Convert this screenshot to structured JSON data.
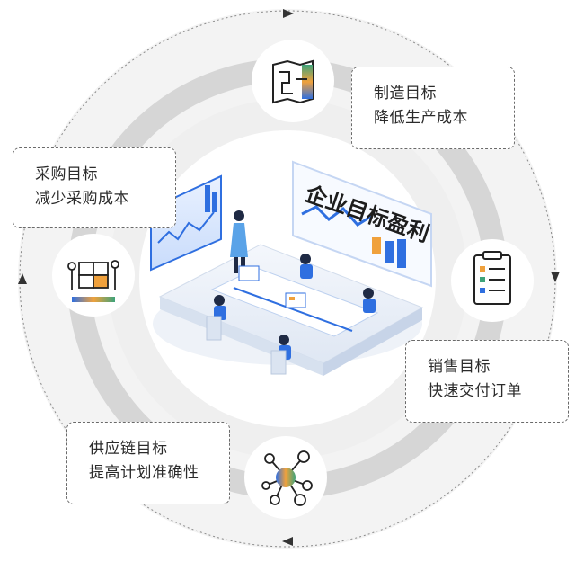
{
  "center": {
    "board_title": "企业目标盈利"
  },
  "goals": {
    "manufacturing": {
      "title": "制造目标",
      "desc": "降低生产成本",
      "icon": "flowchart-map-icon"
    },
    "procurement": {
      "title": "采购目标",
      "desc": "减少采购成本",
      "icon": "puzzle-team-icon"
    },
    "sales": {
      "title": "销售目标",
      "desc": "快速交付订单",
      "icon": "clipboard-checklist-icon"
    },
    "supply_chain": {
      "title": "供应链目标",
      "desc": "提高计划准确性",
      "icon": "network-nodes-icon"
    }
  },
  "colors": {
    "outer_ring": "#e6e6e6",
    "mid_ring": "#cfcfcf",
    "inner_band": "#efefef",
    "accent_blue": "#2f6fe0",
    "accent_orange": "#f0a13c",
    "accent_green": "#3ea37a",
    "callout_border": "#6a6a6a"
  }
}
